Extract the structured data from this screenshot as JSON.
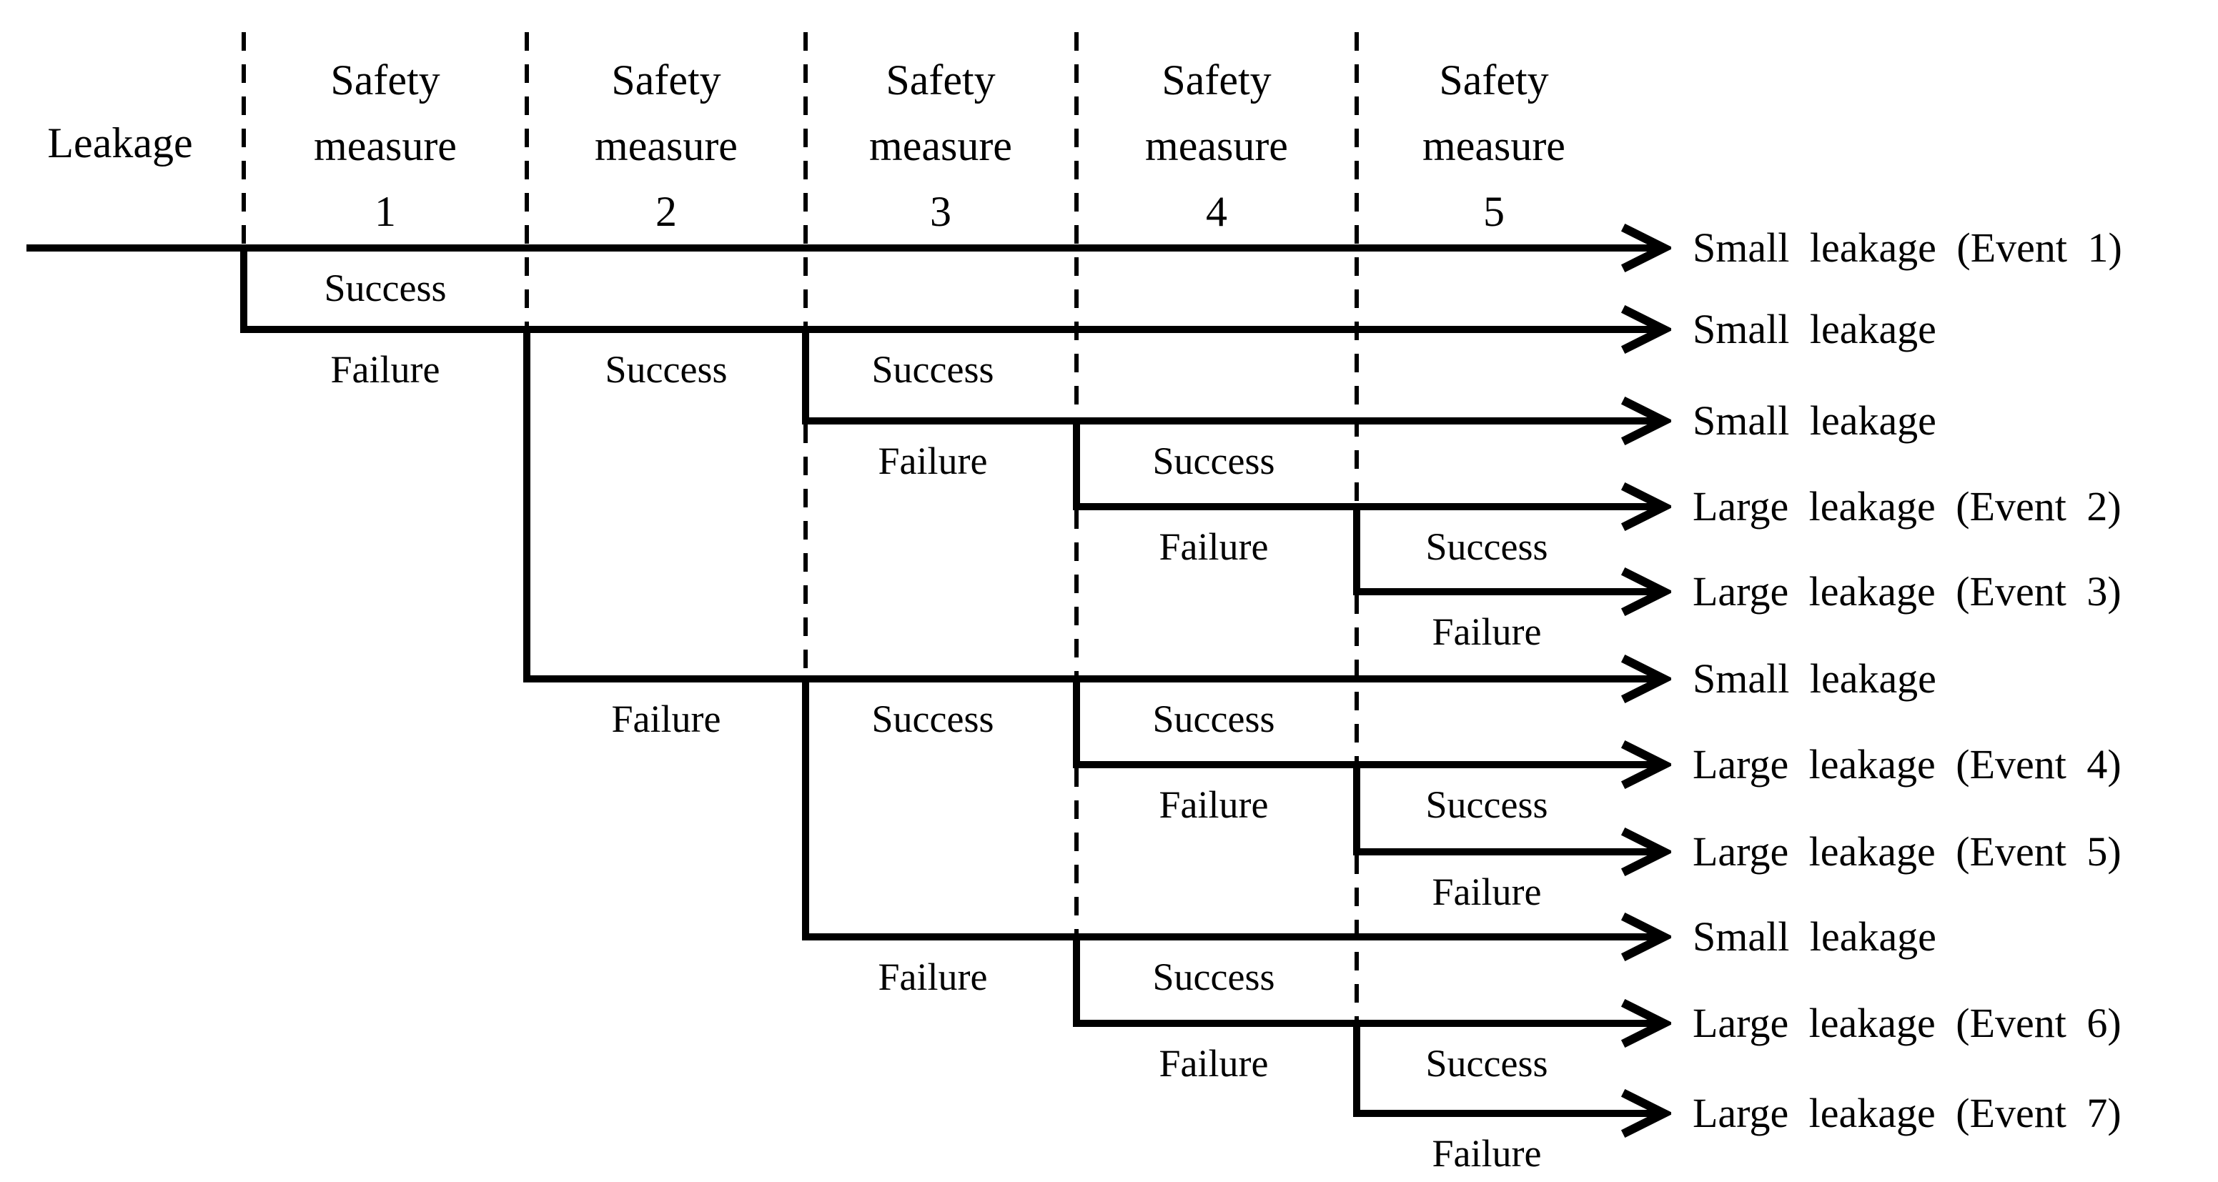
{
  "diagram_type": "event-tree",
  "colors": {
    "foreground": "#000000",
    "background": "#ffffff"
  },
  "root": {
    "label": "Leakage"
  },
  "column_headers": [
    {
      "lines": [
        "Safety",
        "measure",
        "1"
      ]
    },
    {
      "lines": [
        "Safety",
        "measure",
        "2"
      ]
    },
    {
      "lines": [
        "Safety",
        "measure",
        "3"
      ]
    },
    {
      "lines": [
        "Safety",
        "measure",
        "4"
      ]
    },
    {
      "lines": [
        "Safety",
        "measure",
        "5"
      ]
    }
  ],
  "branch_labels": [
    {
      "label": "Success"
    },
    {
      "label": "Failure"
    },
    {
      "label": "Success"
    },
    {
      "label": "Success"
    },
    {
      "label": "Failure"
    },
    {
      "label": "Success"
    },
    {
      "label": "Failure"
    },
    {
      "label": "Success"
    },
    {
      "label": "Failure"
    },
    {
      "label": "Failure"
    },
    {
      "label": "Success"
    },
    {
      "label": "Success"
    },
    {
      "label": "Failure"
    },
    {
      "label": "Success"
    },
    {
      "label": "Failure"
    },
    {
      "label": "Failure"
    },
    {
      "label": "Success"
    },
    {
      "label": "Failure"
    },
    {
      "label": "Success"
    },
    {
      "label": "Failure"
    }
  ],
  "outcomes": [
    {
      "label": "Small leakage (Event 1)"
    },
    {
      "label": "Small leakage"
    },
    {
      "label": "Small leakage"
    },
    {
      "label": "Large leakage (Event 2)"
    },
    {
      "label": "Large leakage (Event 3)"
    },
    {
      "label": "Small leakage"
    },
    {
      "label": "Large leakage (Event 4)"
    },
    {
      "label": "Large leakage (Event 5)"
    },
    {
      "label": "Small leakage"
    },
    {
      "label": "Large leakage (Event 6)"
    },
    {
      "label": "Large leakage (Event 7)"
    }
  ]
}
